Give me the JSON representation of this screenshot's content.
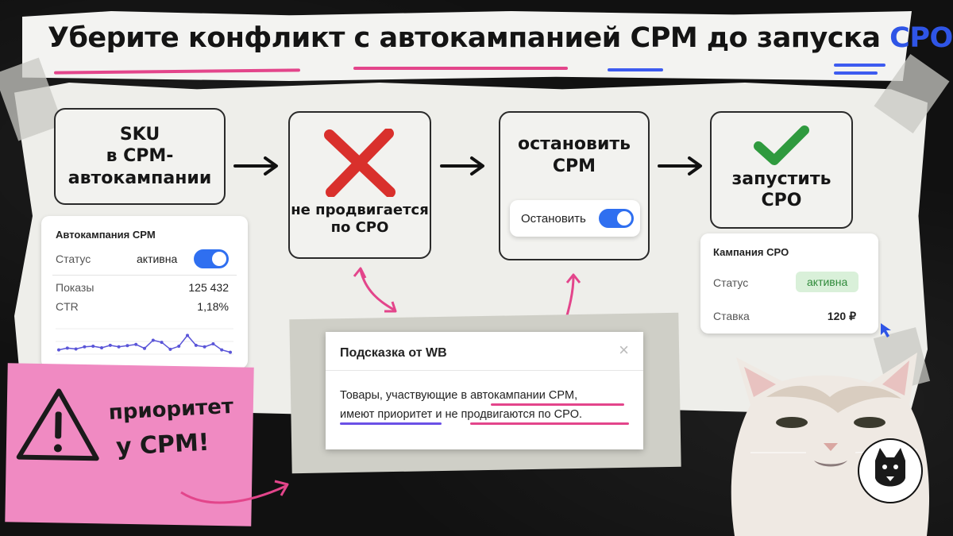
{
  "title": {
    "part1": "Уберите конфликт с автокампанией ",
    "part2": "CPM",
    "part3": " до запуска ",
    "part4": "CPO"
  },
  "flow": {
    "step1": "SKU\nв CPM-\nавтокампании",
    "step2": "не продвигается\nпо CPO",
    "step3": "остановить\nCPM",
    "step3_button": "Остановить",
    "step4": "запустить\nCPO"
  },
  "cpm_card": {
    "title": "Автокампания CPM",
    "status_label": "Статус",
    "status_value": "активна",
    "impressions_label": "Показы",
    "impressions_value": "125 432",
    "ctr_label": "CTR",
    "ctr_value": "1,18%",
    "sparkline": [
      0.3,
      0.36,
      0.33,
      0.4,
      0.42,
      0.37,
      0.45,
      0.4,
      0.44,
      0.48,
      0.35,
      0.62,
      0.55,
      0.32,
      0.42,
      0.78,
      0.45,
      0.4,
      0.5,
      0.3,
      0.22
    ]
  },
  "cpo_card": {
    "title": "Кампания CPO",
    "status_label": "Статус",
    "status_value": "активна",
    "bid_label": "Ставка",
    "bid_value": "120 ₽"
  },
  "hint": {
    "title": "Подсказка от WB",
    "close": "×",
    "line1_a": "Товары, участвующие в ",
    "line1_b": "автокампании CPM,",
    "line2": "имеют приоритет и не продвигаются по CPO."
  },
  "sticky": {
    "line1": "приоритет",
    "line2": "у CPM!"
  },
  "colors": {
    "pink": "#e3458b",
    "blue": "#2f55e6",
    "red": "#d9302c",
    "green": "#2f9a3e",
    "toggle": "#2f6ff0"
  }
}
